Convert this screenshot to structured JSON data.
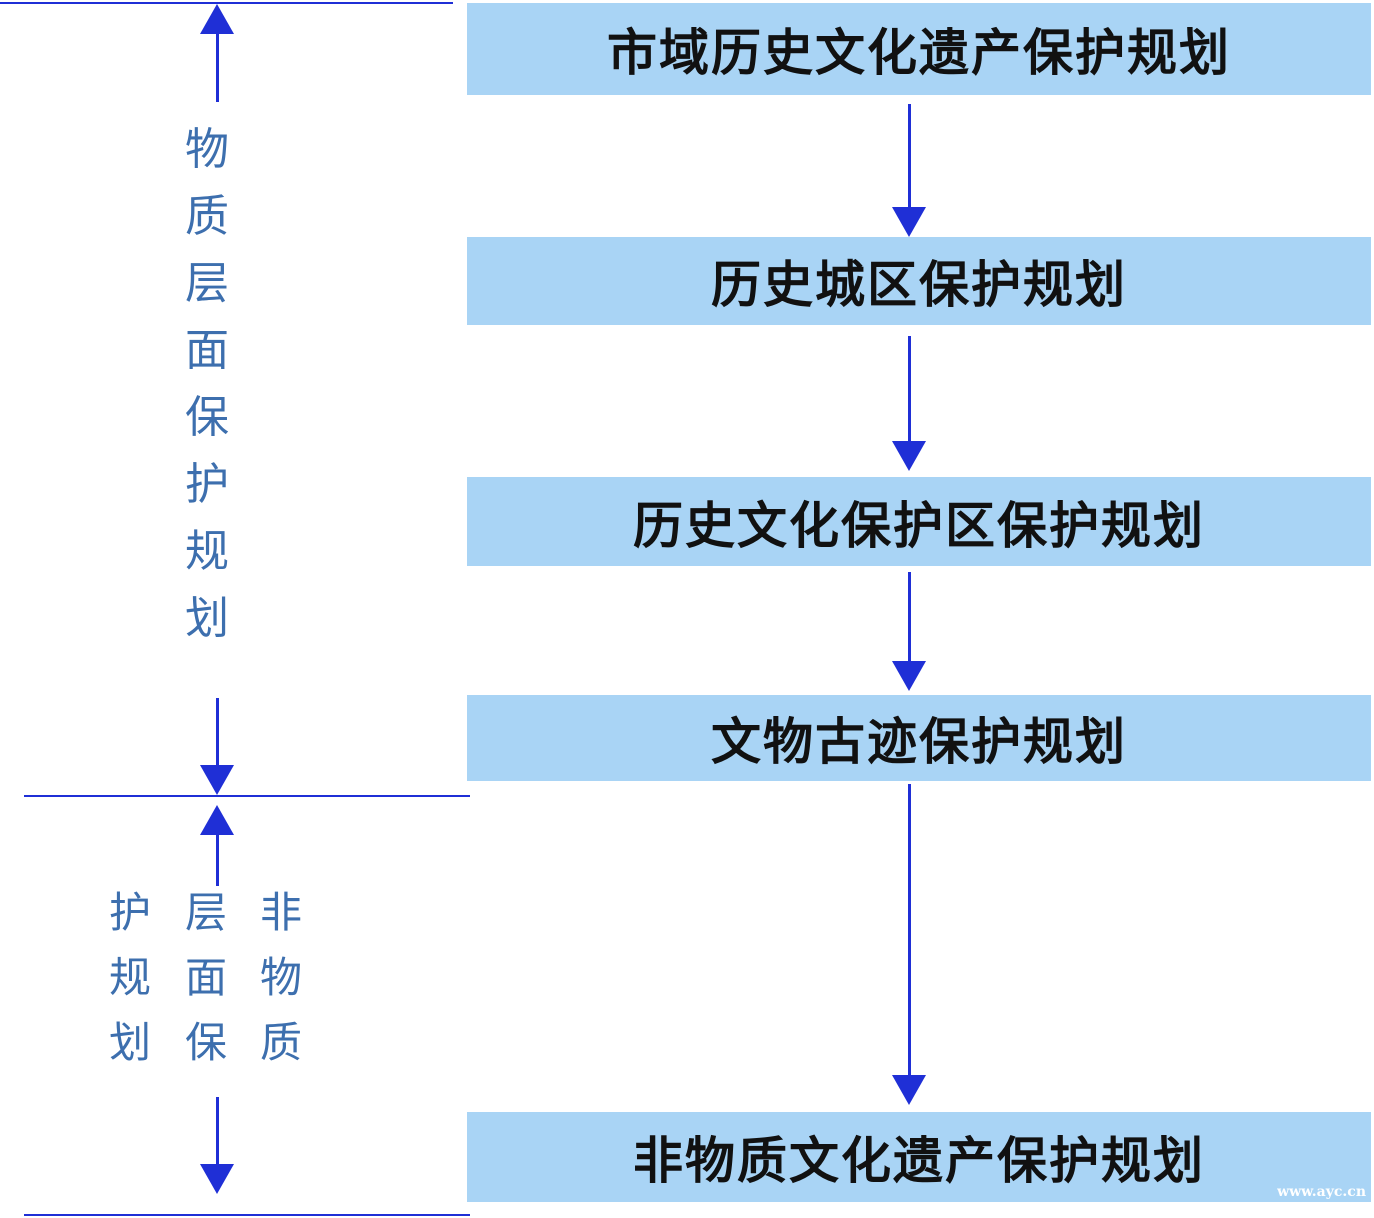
{
  "boxes": [
    "市域历史文化遗产保护规划",
    "历史城区保护规划",
    "历史文化保护区保护规划",
    "文物古迹保护规划",
    "非物质文化遗产保护规划"
  ],
  "material_label": [
    "物",
    "质",
    "层",
    "面",
    "保",
    "护",
    "规",
    "划"
  ],
  "nonmaterial_label": {
    "col1": [
      "护",
      "规",
      "划"
    ],
    "col2": [
      "层",
      "面",
      "保"
    ],
    "col3": [
      "非",
      "物",
      "质"
    ]
  },
  "watermark": "www.ayc.cn",
  "colors": {
    "box_fill": "#a9d4f5",
    "line": "#1f2fd6",
    "label_text": "#3d6fae"
  }
}
